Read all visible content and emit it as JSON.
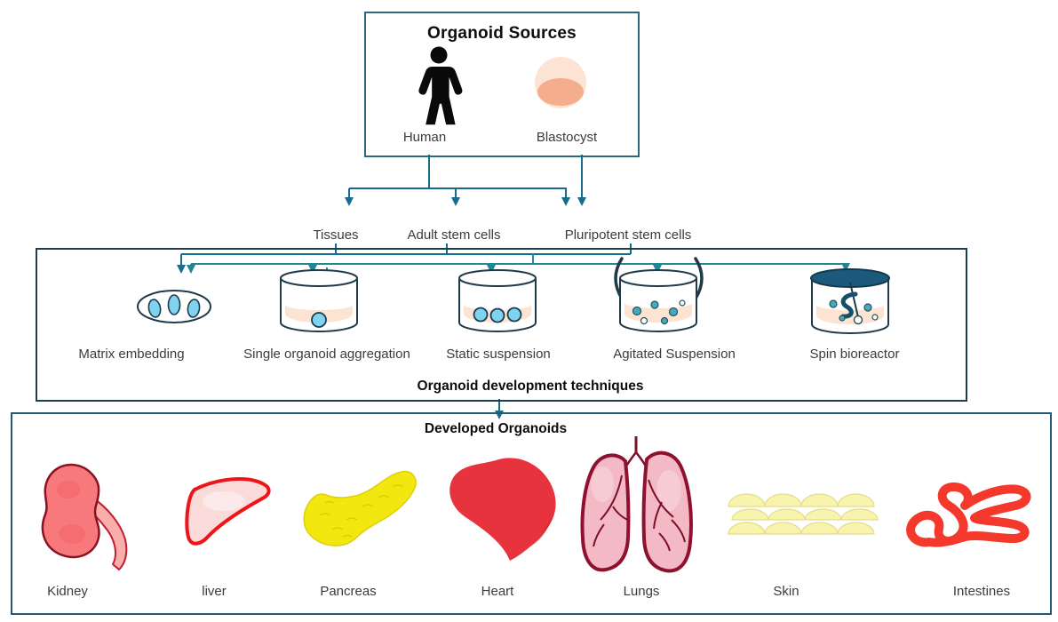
{
  "source_box": {
    "title": "Organoid Sources",
    "items": [
      {
        "label": "Human"
      },
      {
        "label": "Blastocyst"
      }
    ]
  },
  "source_types": [
    "Tissues",
    "Adult stem cells",
    "Pluripotent stem cells"
  ],
  "techniques": {
    "caption": "Organoid development techniques",
    "items": [
      "Matrix embedding",
      "Single organoid aggregation",
      "Static suspension",
      "Agitated Suspension",
      "Spin bioreactor"
    ]
  },
  "developed": {
    "title": "Developed Organoids",
    "organs": [
      "Kidney",
      "liver",
      "Pancreas",
      "Heart",
      "Lungs",
      "Skin",
      "Intestines"
    ]
  },
  "colors": {
    "connector_dark": "#156c8d",
    "connector_teal": "#238695",
    "box_border_dark": "#1d3f52",
    "source_box_border": "#2a6a7d",
    "dish_outline": "#203a4a",
    "liquid_peach": "#fce3d2",
    "organoid_blue": "#7fd3ef",
    "bioreactor_lid": "#1b5a7d"
  }
}
